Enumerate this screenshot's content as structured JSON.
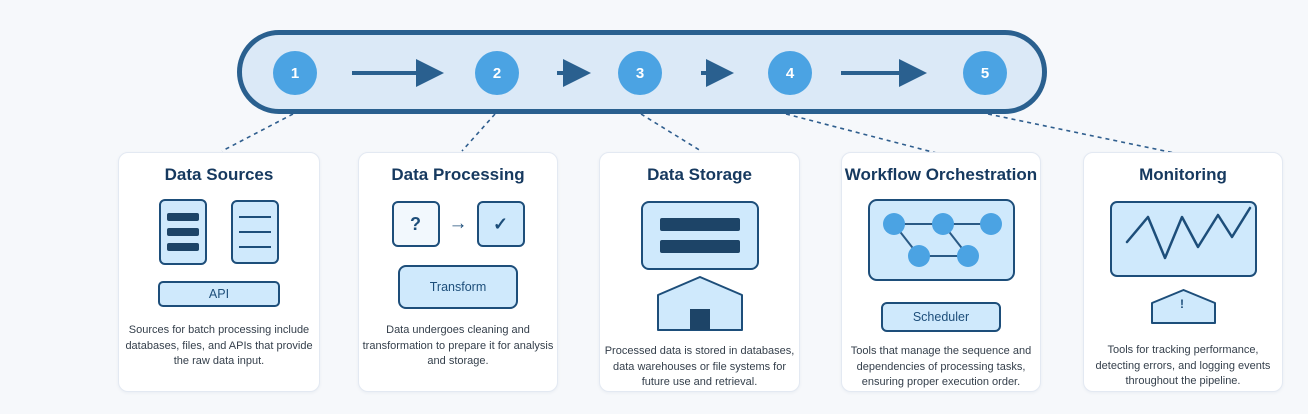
{
  "pipeline": {
    "steps": [
      {
        "number": "1"
      },
      {
        "number": "2"
      },
      {
        "number": "3"
      },
      {
        "number": "4"
      },
      {
        "number": "5"
      }
    ]
  },
  "cards": [
    {
      "title": "Data Sources",
      "icons": [
        "database-icon",
        "document-icon"
      ],
      "button": "API",
      "description": "Sources for batch processing include databases, files, and APIs that provide the raw data input."
    },
    {
      "title": "Data Processing",
      "icons": [
        "question-box-icon",
        "arrow-right-icon",
        "check-box-icon"
      ],
      "question_glyph": "?",
      "arrow_glyph": "→",
      "check_glyph": "✓",
      "button": "Transform",
      "description": "Data undergoes cleaning and transformation to prepare it for analysis and storage."
    },
    {
      "title": "Data Storage",
      "icons": [
        "database-server-icon",
        "warehouse-icon"
      ],
      "description": "Processed data is stored in databases, data warehouses or file systems for future use and retrieval."
    },
    {
      "title": "Workflow Orchestration",
      "icons": [
        "dag-graph-icon"
      ],
      "button": "Scheduler",
      "description": "Tools that manage the sequence and dependencies of processing tasks, ensuring proper execution order."
    },
    {
      "title": "Monitoring",
      "icons": [
        "line-chart-icon",
        "alert-badge-icon"
      ],
      "alert_glyph": "!",
      "description": "Tools for tracking performance, detecting errors, and logging events throughout the pipeline."
    }
  ],
  "colors": {
    "background": "#f6f8fb",
    "card_background": "#ffffff",
    "accent_blue": "#4ba3e3",
    "navy_border": "#1d4e7a",
    "dark_navy_fill": "#1d4467",
    "light_blue_fill": "#cfe9fc",
    "pill_fill": "#dbe9f7",
    "pill_border": "#2a608f",
    "title_navy": "#16395f",
    "body_text": "#343f4b"
  }
}
